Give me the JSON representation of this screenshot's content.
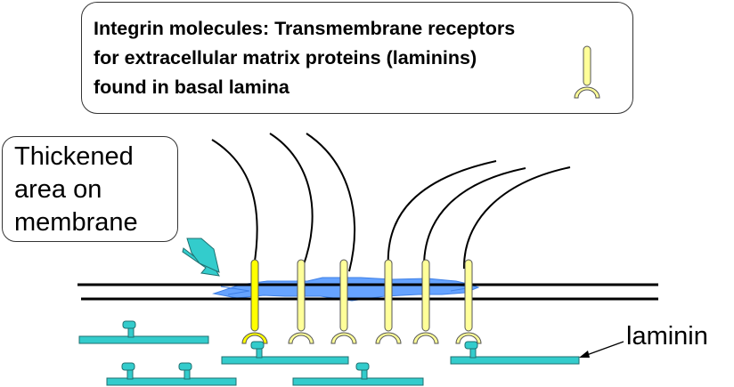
{
  "callout_integrin": {
    "lines": [
      "Integrin molecules: Transmembrane receptors",
      "for extracellular matrix proteins (laminins)",
      "found in basal lamina"
    ]
  },
  "callout_thickened": {
    "lines": [
      "Thickened",
      "area on",
      "membrane"
    ]
  },
  "label_laminin": "laminin",
  "colors": {
    "integrin_fill": "#FFFF99",
    "integrin_highlight": "#FFFF00",
    "laminin_fill": "#33CCCC",
    "membrane_patch": "#66A3FF",
    "line": "#000000"
  }
}
